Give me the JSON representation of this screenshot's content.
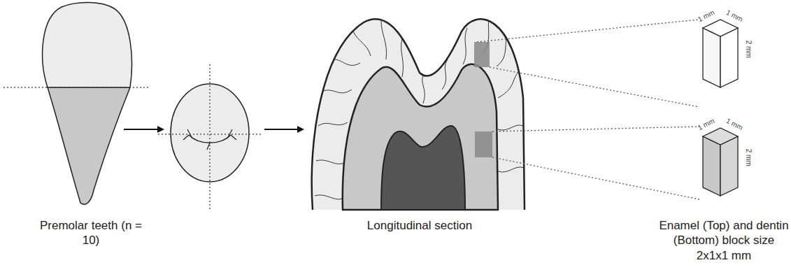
{
  "diagram": {
    "labels": [
      "Premolar teeth (n = 10)",
      "Longitudinal section",
      "Enamel (Top) and dentin (Bottom) block size 2x1x1 mm",
      "1 mm",
      "1 mm",
      "2 mm",
      "1 mm",
      "1 mm",
      "2 mm"
    ]
  }
}
